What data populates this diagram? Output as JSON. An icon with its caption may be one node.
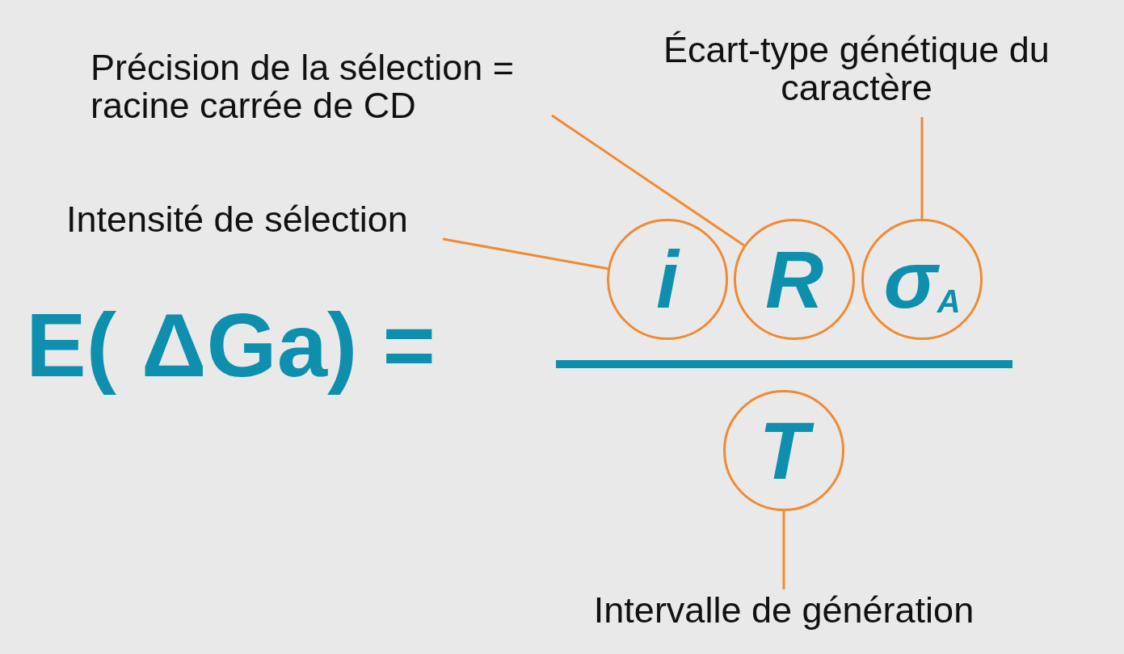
{
  "diagram": {
    "nodes": [
      {
        "text": [
          "Précision de la sélection = racine carrée de CD"
        ]
      },
      {
        "text": [
          "Écart-type génétique du caractère"
        ]
      },
      {
        "text": [
          "Intensité de sélection"
        ]
      },
      {
        "text": [
          "i"
        ]
      },
      {
        "text": [
          "R"
        ]
      },
      {
        "text": [
          "σ$_{A}$"
        ]
      },
      {
        "text": [
          "T"
        ]
      },
      {
        "text": [
          "Intervalle de génération"
        ]
      }
    ],
    "edges": [
      {
        "from": 0,
        "to": 4,
        "arrow": "none"
      },
      {
        "from": 1,
        "to": 5,
        "arrow": "none"
      },
      {
        "from": 2,
        "to": 3,
        "arrow": "none"
      },
      {
        "from": 7,
        "to": 6,
        "arrow": "none"
      }
    ],
    "labels": [
      "E( ΔGa) ="
    ]
  }
}
